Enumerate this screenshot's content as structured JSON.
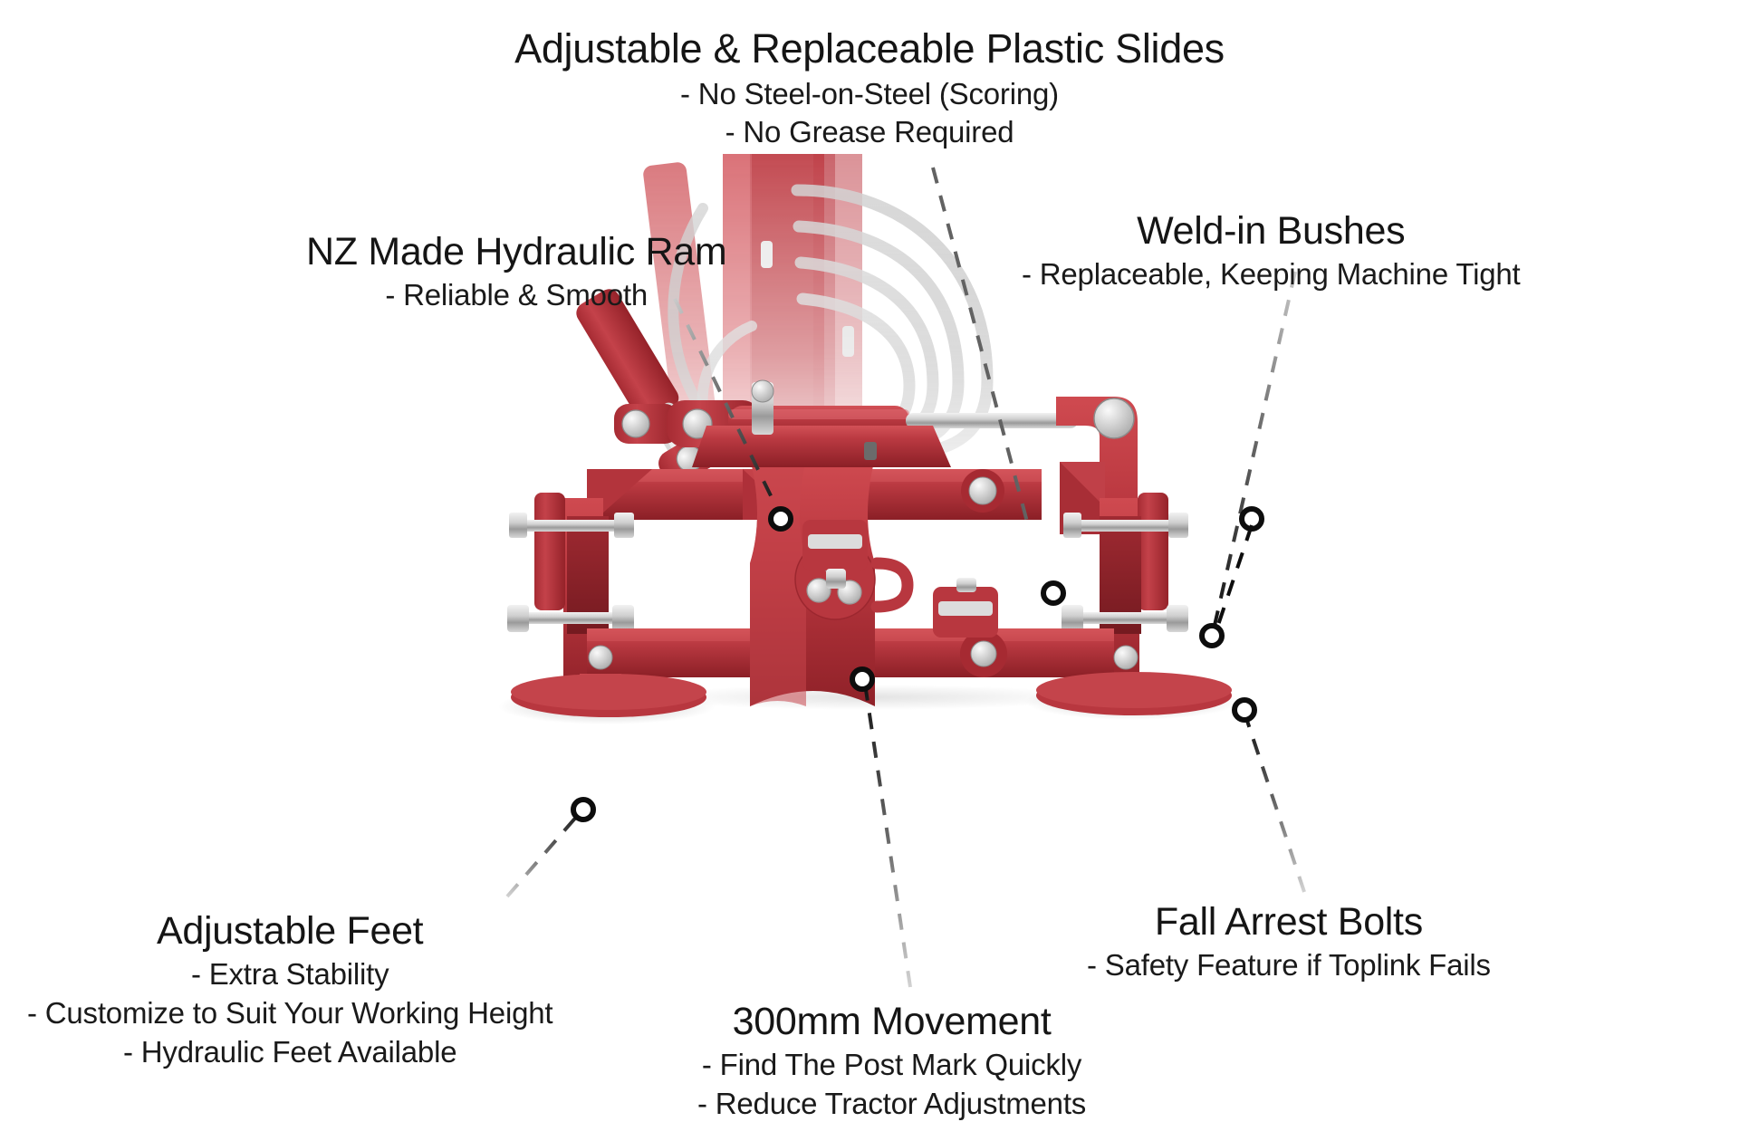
{
  "page": {
    "background_color": "#ffffff",
    "subject": "red tractor-mounted post driver frame, front view",
    "accent_color": "#b83a42",
    "leader_line_color": "#111111"
  },
  "callouts": [
    {
      "id": "plastic-slides",
      "title": "Adjustable & Replaceable Plastic Slides",
      "bullets": [
        "- No Steel-on-Steel (Scoring)",
        "- No Grease Required"
      ]
    },
    {
      "id": "hydraulic-ram",
      "title": "NZ Made Hydraulic Ram",
      "bullets": [
        "- Reliable & Smooth"
      ]
    },
    {
      "id": "weld-in-bushes",
      "title": "Weld-in Bushes",
      "bullets": [
        "- Replaceable, Keeping Machine Tight"
      ]
    },
    {
      "id": "adjustable-feet",
      "title": "Adjustable Feet",
      "bullets": [
        "- Extra Stability",
        "- Customize to Suit Your Working Height",
        "- Hydraulic Feet Available"
      ]
    },
    {
      "id": "movement",
      "title": "300mm Movement",
      "bullets": [
        "- Find The Post Mark Quickly",
        "- Reduce Tractor Adjustments"
      ]
    },
    {
      "id": "fall-arrest-bolts",
      "title": "Fall Arrest Bolts",
      "bullets": [
        "- Safety Feature if Toplink Fails"
      ]
    }
  ]
}
